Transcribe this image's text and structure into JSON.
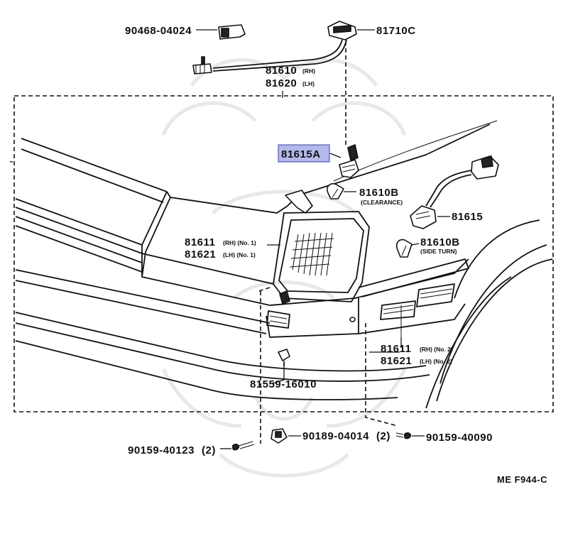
{
  "diagram_code": "ME F944-C",
  "colors": {
    "highlight": "#b4b9ec",
    "ink": "#111111"
  },
  "labels": {
    "p90468": "90468-04024",
    "p81710c": "81710C",
    "p81610": "81610",
    "p81610_note": "(RH)",
    "p81620": "81620",
    "p81620_note": "(LH)",
    "p81615a": "81615A",
    "p81610b_top": "81610B",
    "p81610b_top_note": "(CLEARANCE)",
    "p81615": "81615",
    "p81610b_side": "81610B",
    "p81610b_side_note": "(SIDE TURN)",
    "p81611_top": "81611",
    "p81611_top_note": "(RH) (No. 1)",
    "p81621_top": "81621",
    "p81621_top_note": "(LH) (No. 1)",
    "p81611_bot": "81611",
    "p81611_bot_note": "(RH) (No. 2)",
    "p81621_bot": "81621",
    "p81621_bot_note": "(LH) (No. 2)",
    "p81559": "81559-16010",
    "p90189": "90189-04014",
    "p90189_qty": "(2)",
    "p90159_a": "90159-40123",
    "p90159_a_qty": "(2)",
    "p90159_b": "90159-40090"
  }
}
